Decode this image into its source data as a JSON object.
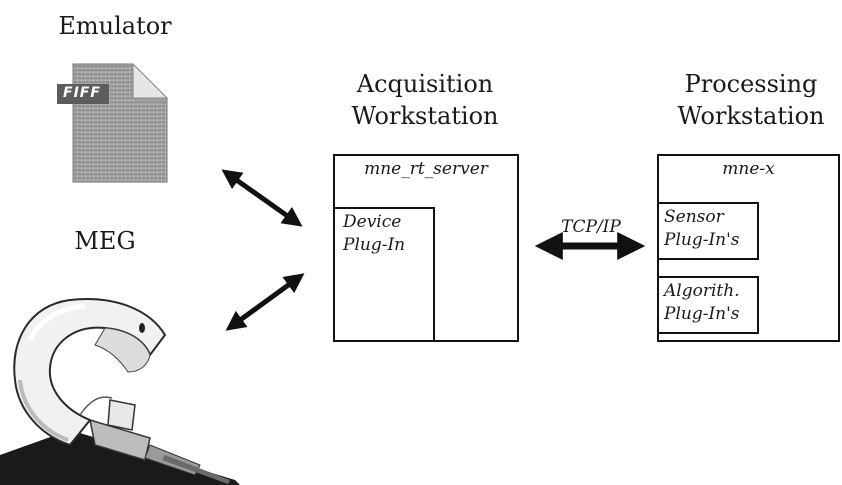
{
  "emulator": {
    "title": "Emulator",
    "file_label": "FIFF",
    "icon": "fiff-file-icon"
  },
  "meg": {
    "title": "MEG",
    "icon": "meg-scanner-illustration"
  },
  "acquisition": {
    "title_line1": "Acquisition",
    "title_line2": "Workstation",
    "server_label": "mne_rt_server",
    "plugin_line1": "Device",
    "plugin_line2": "Plug-In"
  },
  "connection": {
    "label": "TCP/IP"
  },
  "processing": {
    "title_line1": "Processing",
    "title_line2": "Workstation",
    "app_label": "mne-x",
    "sensor_line1": "Sensor",
    "sensor_line2": "Plug-In's",
    "algorithm_line1": "Algorith.",
    "algorithm_line2": "Plug-In's"
  },
  "colors": {
    "line": "#111111",
    "file_gray": "#a8a8a8",
    "file_label_bg": "#5c5c5c"
  }
}
